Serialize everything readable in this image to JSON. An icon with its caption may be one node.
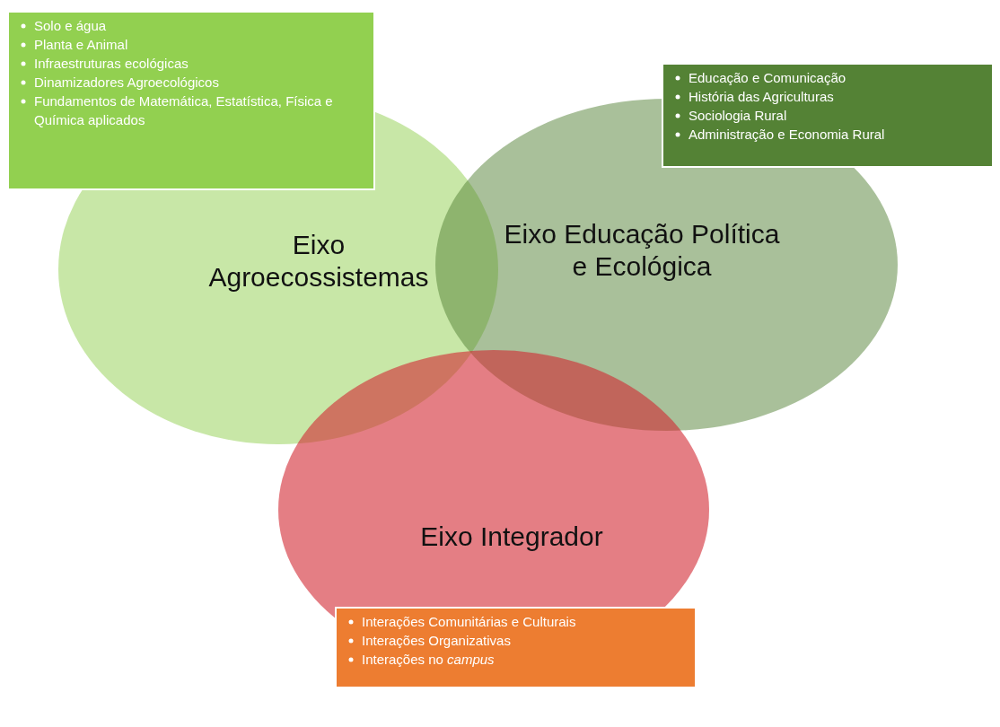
{
  "diagram": {
    "nodes": [
      {
        "text": [
          "Solo e água",
          "Planta e Animal",
          "Infraestruturas ecológicas",
          "Dinamizadores Agroecológicos",
          "Fundamentos de Matemática, Estatística, Física e Química aplicados"
        ]
      },
      {
        "text": [
          "Educação e Comunicação",
          "História das Agriculturas",
          "Sociologia Rural",
          "Administração e Economia Rural"
        ]
      },
      {
        "text": [
          "Eixo Agroecossistemas"
        ]
      },
      {
        "text": [
          "Eixo Educação Política e Ecológica"
        ]
      },
      {
        "text": [
          "Eixo Integrador"
        ]
      },
      {
        "text": [
          "Interações Comunitárias e Culturais",
          "Interações Organizativas",
          "Interações no *campus*"
        ]
      }
    ],
    "edges": []
  }
}
